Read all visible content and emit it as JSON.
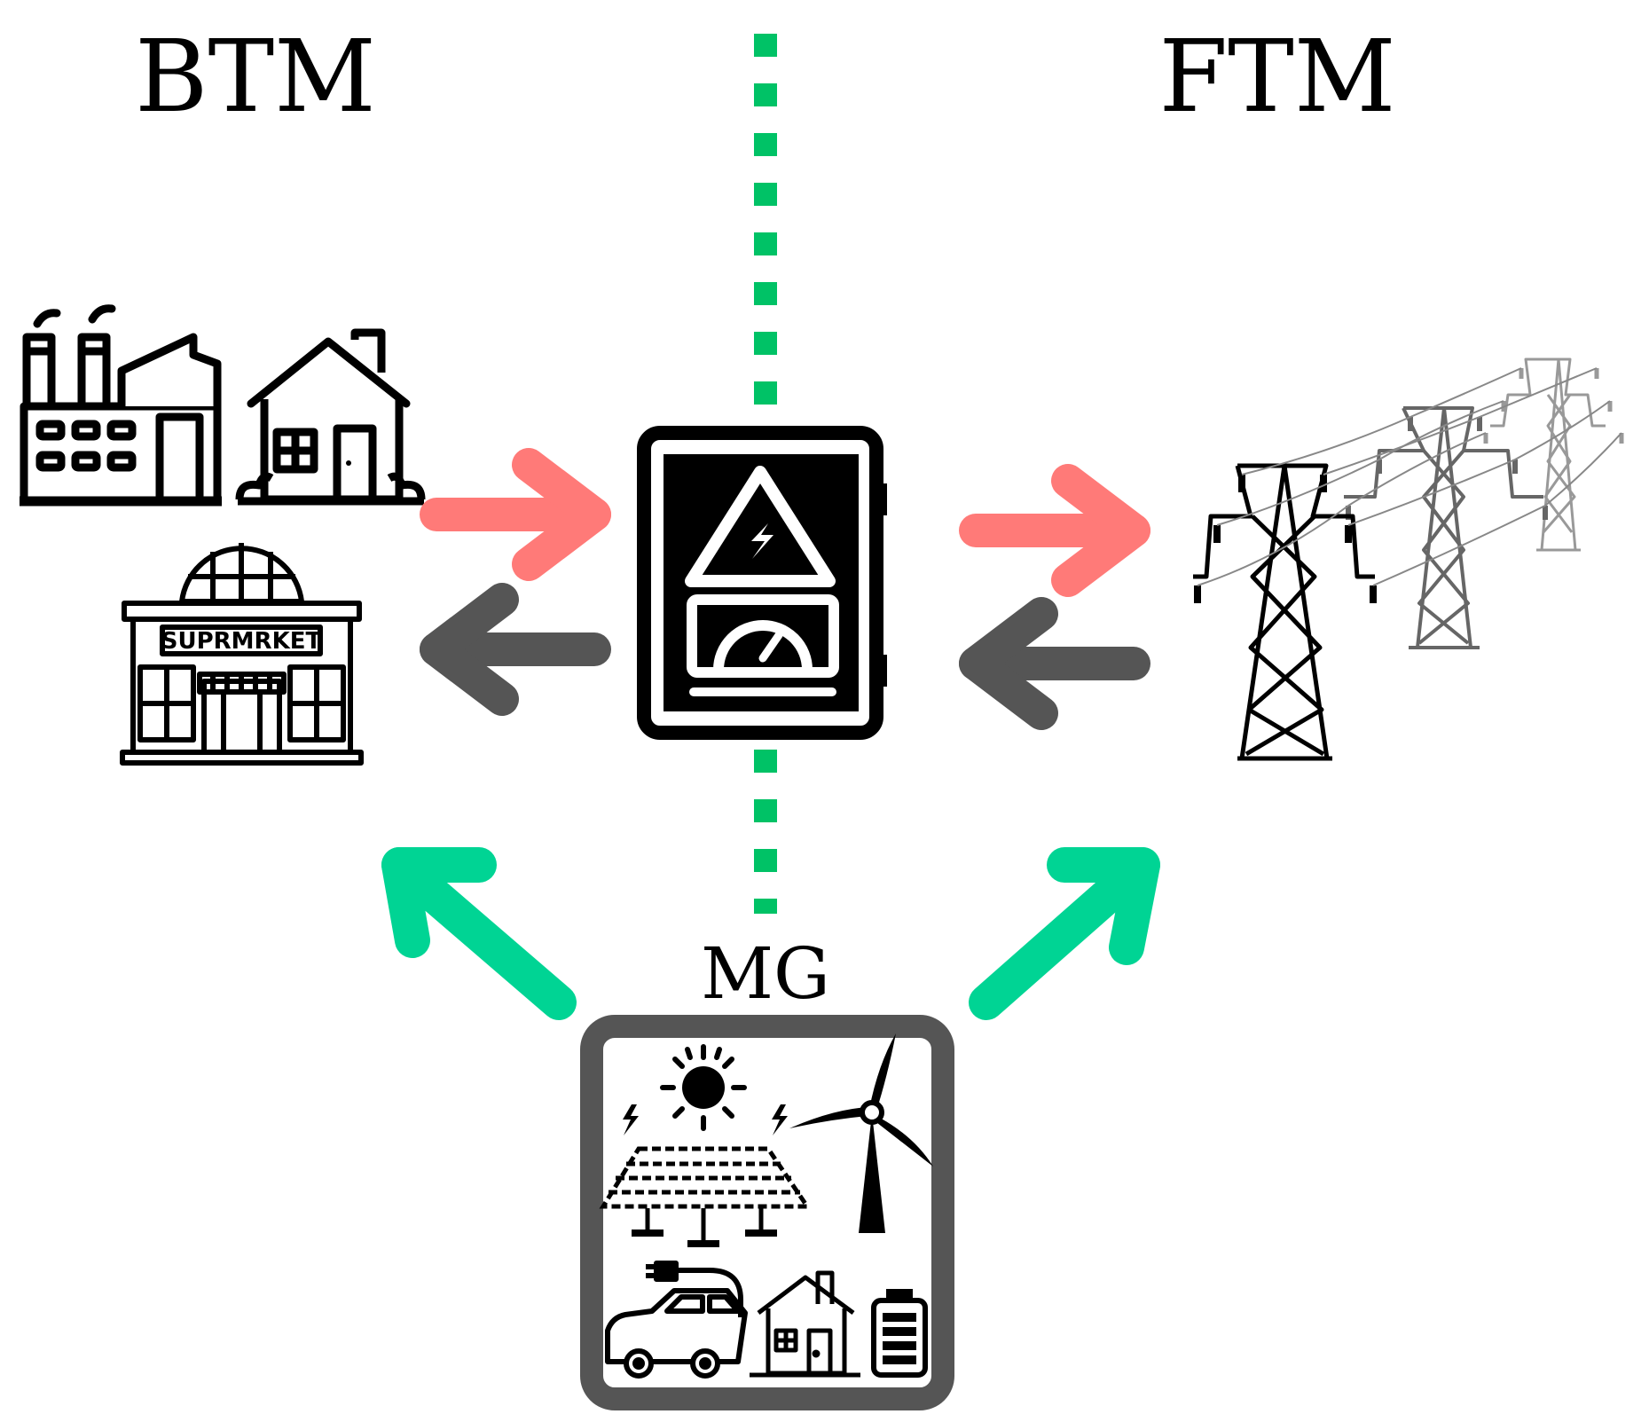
{
  "labels": {
    "left": "BTM",
    "right": "FTM",
    "bottom": "MG"
  },
  "consumers": {
    "supermarket_sign": "SUPRMRKET"
  },
  "icons": {
    "factory": "factory-icon",
    "house": "house-icon",
    "supermarket": "supermarket-icon",
    "meter": "electric-meter-icon",
    "grid": "transmission-tower-icon",
    "solar": "solar-panel-icon",
    "wind": "wind-turbine-icon",
    "ev": "electric-car-icon",
    "battery": "battery-icon"
  },
  "colors": {
    "export_arrow": "#ff7a78",
    "import_arrow": "#555555",
    "microgrid_arrow": "#00d494",
    "boundary": "#00c266",
    "mg_frame": "#555555"
  }
}
